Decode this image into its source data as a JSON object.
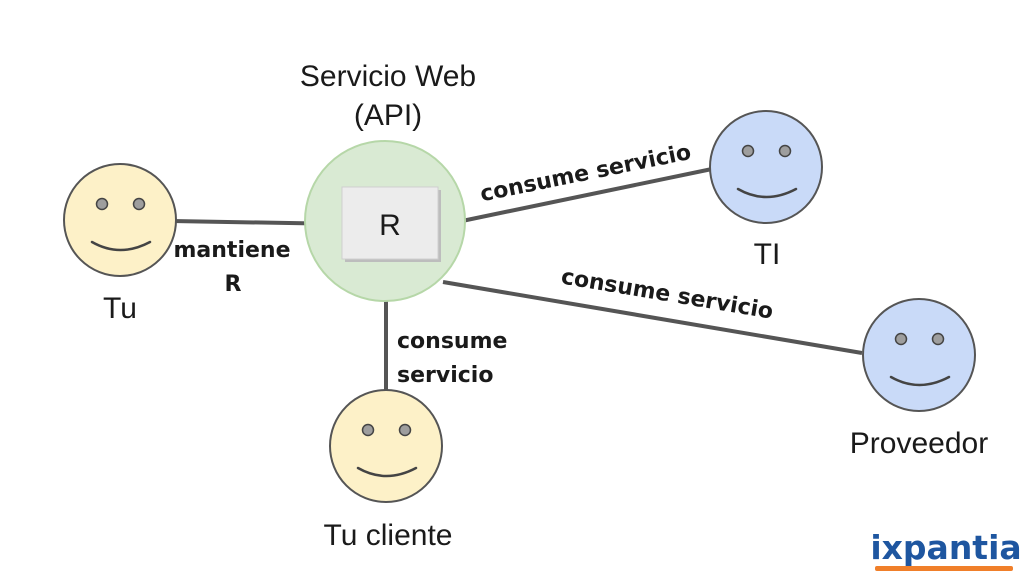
{
  "service": {
    "title_line1": "Servicio Web",
    "title_line2": "(API)",
    "resource": "R",
    "color": "#d9ead3"
  },
  "actors": {
    "tu": {
      "name": "Tu",
      "icon": "smiley-face-icon",
      "color": "#fdf1c8"
    },
    "ti": {
      "name": "TI",
      "icon": "smiley-face-icon",
      "color": "#c9daf8"
    },
    "proveedor": {
      "name": "Proveedor",
      "icon": "smiley-face-icon",
      "color": "#c9daf8"
    },
    "tu_cliente": {
      "name": "Tu cliente",
      "icon": "smiley-face-icon",
      "color": "#fdf1c8"
    }
  },
  "relations": {
    "tu_line1": "mantiene",
    "tu_line2": "R",
    "ti": "consume servicio",
    "proveedor": "consume servicio",
    "cliente_line1": "consume",
    "cliente_line2": "servicio"
  },
  "logo": {
    "text": "ixpantia",
    "color": "#1e56a0",
    "accent": "#f07f2a"
  }
}
